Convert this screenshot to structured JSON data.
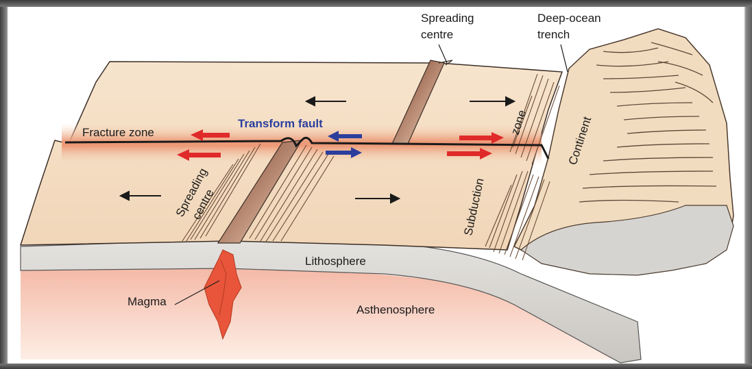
{
  "labels": {
    "spreading_centre_top_1": "Spreading",
    "spreading_centre_top_2": "centre",
    "deep_ocean_trench_1": "Deep-ocean",
    "deep_ocean_trench_2": "trench",
    "fracture_zone": "Fracture zone",
    "transform_fault": "Transform fault",
    "spreading_centre_left_1": "Spreading",
    "spreading_centre_left_2": "centre",
    "subduction": "Subduction",
    "zone": "zone",
    "continent": "Continent",
    "lithosphere": "Lithosphere",
    "magma": "Magma",
    "asthenosphere": "Asthenosphere"
  },
  "colors": {
    "plate_surface": "#f4dcc0",
    "lithosphere": "#d8d6d2",
    "asthenosphere": "#f6c9b8",
    "magma": "#e8553a",
    "fracture_glow": "#e98a6a",
    "arrow_red": "#e02a2a",
    "arrow_blue": "#2b3e9c",
    "ridge_brown": "#8c4a32",
    "continent": "#f2dcbf",
    "label_blue": "#2b3e9c"
  }
}
